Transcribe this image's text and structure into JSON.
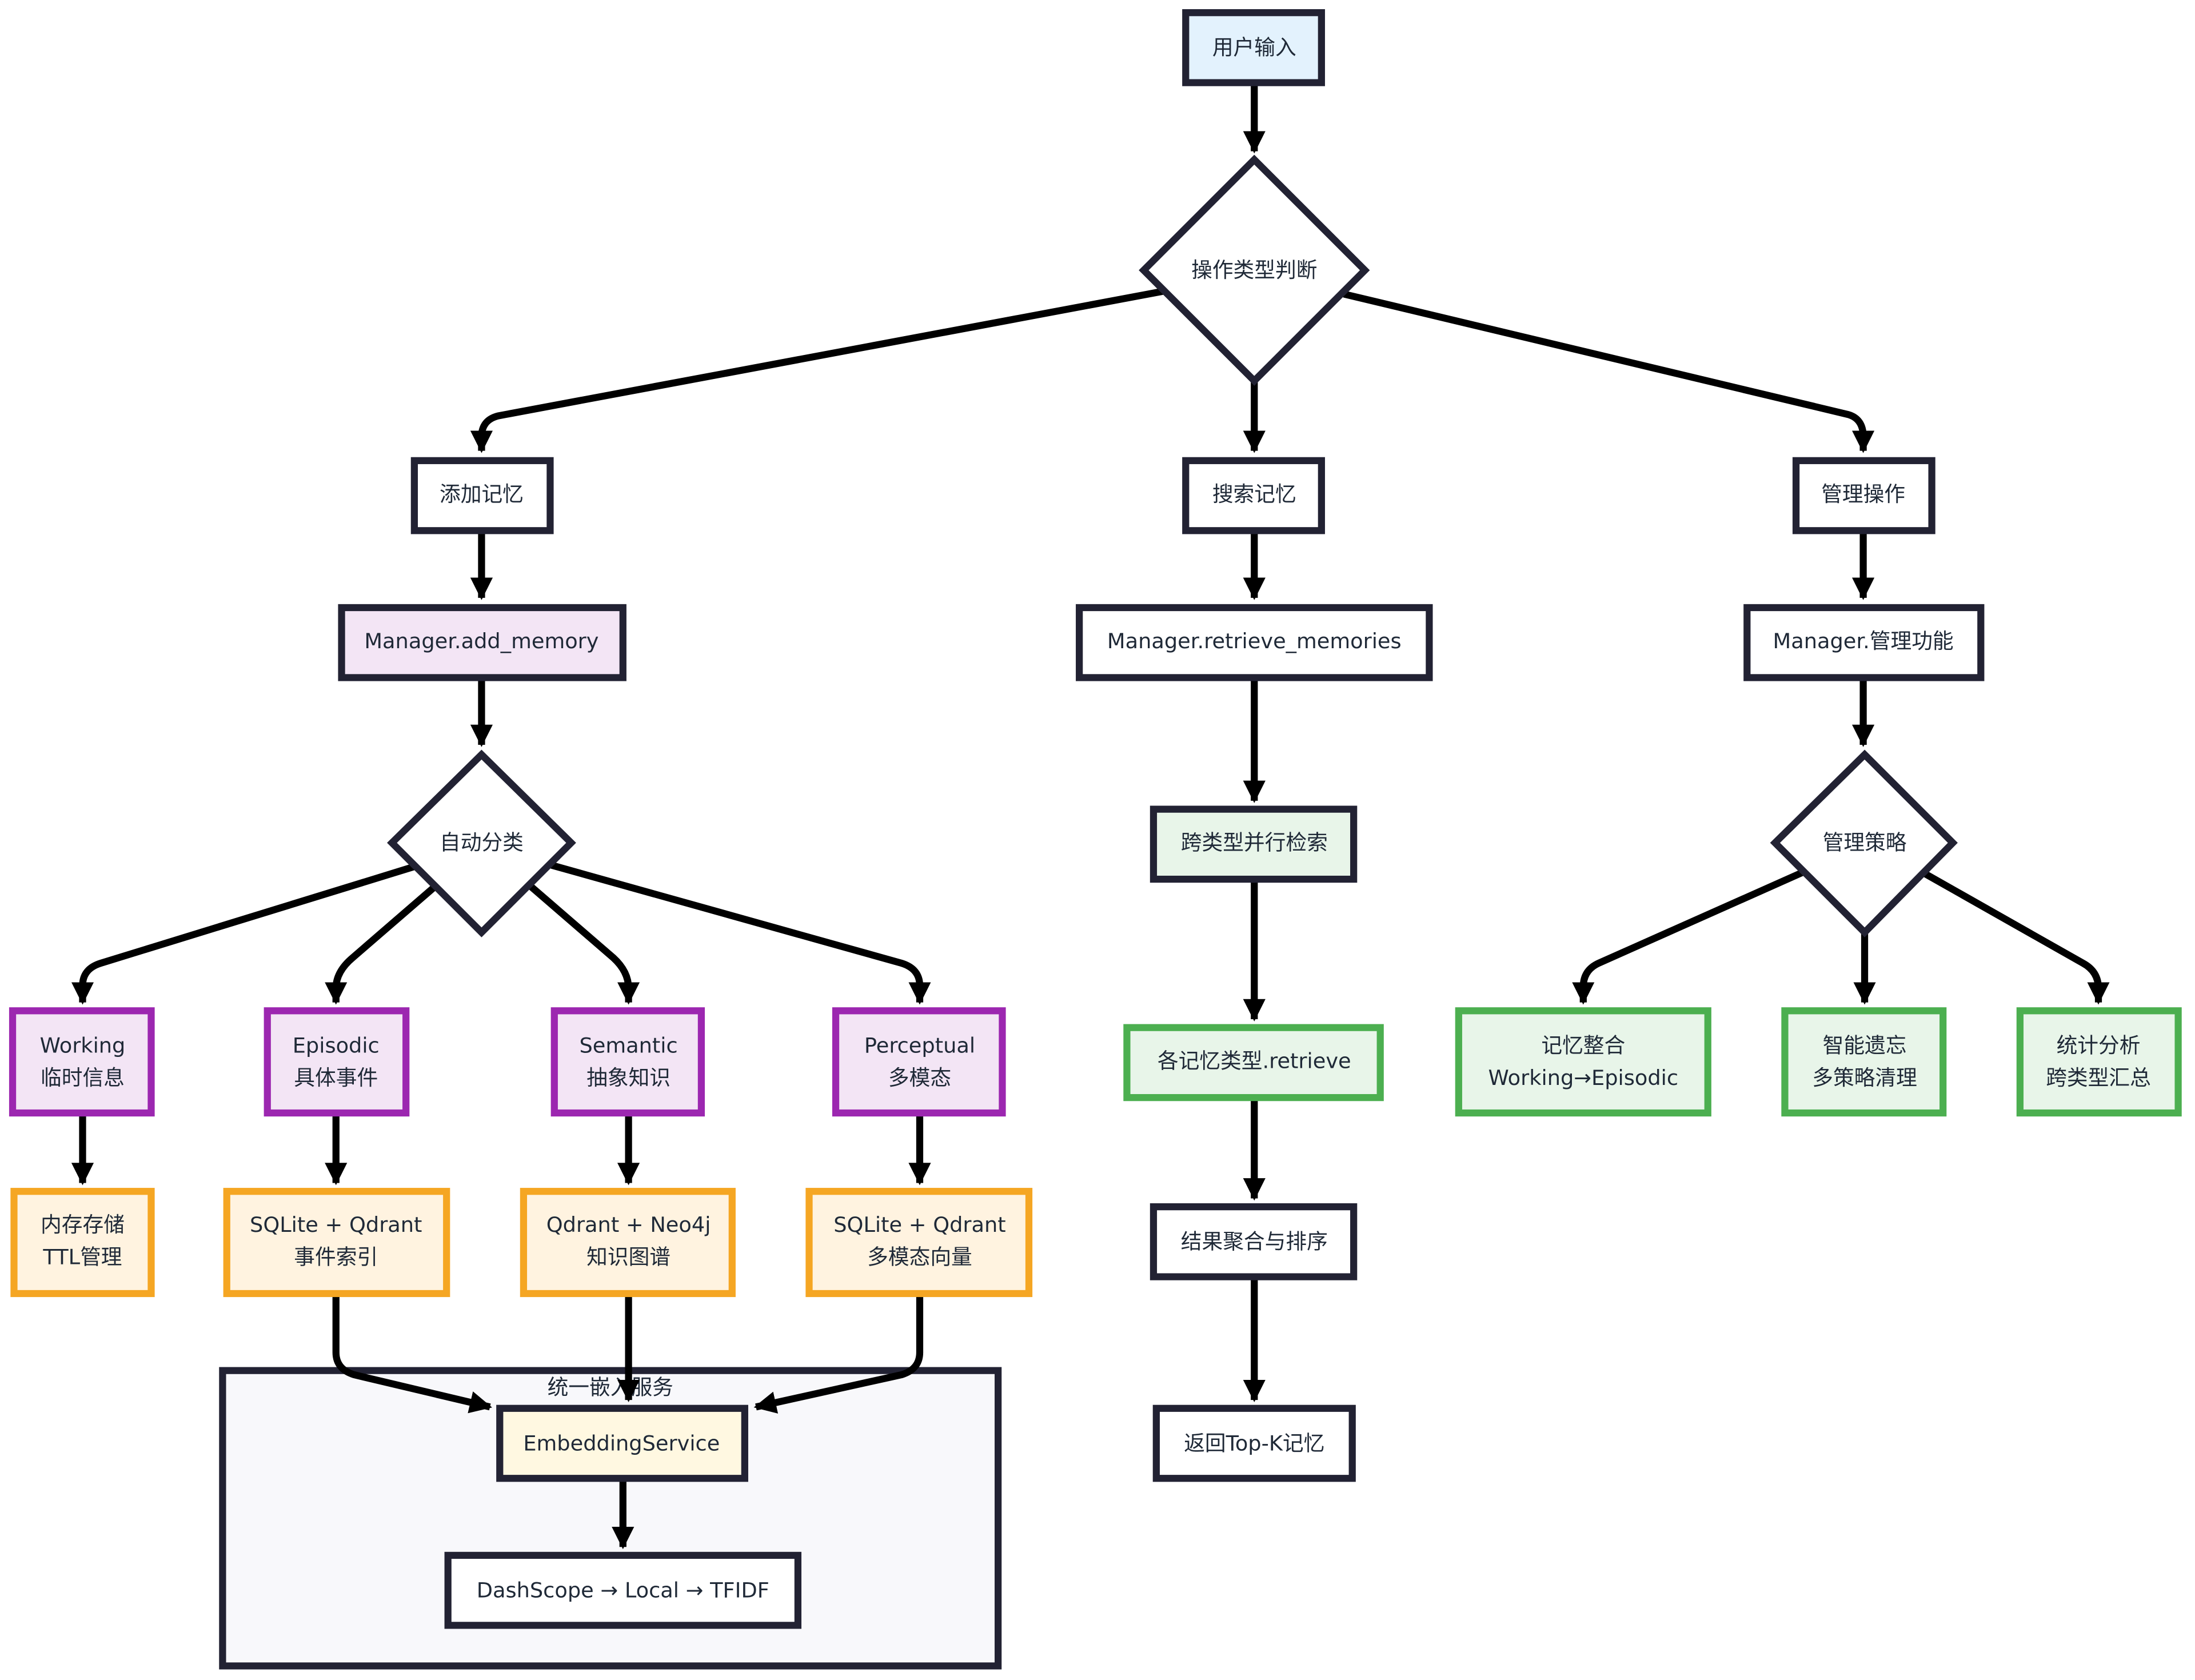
{
  "nodes": {
    "user_input": "用户输入",
    "op_type": "操作类型判断",
    "add_memory": "添加记忆",
    "search_memory": "搜索记忆",
    "manage_ops": "管理操作",
    "manager_add": "Manager.add_memory",
    "manager_retrieve": "Manager.retrieve_memories",
    "manager_manage": "Manager.管理功能",
    "auto_classify": "自动分类",
    "cross_search": "跨类型并行检索",
    "manage_strategy": "管理策略",
    "working": {
      "line1": "Working",
      "line2": "临时信息"
    },
    "episodic": {
      "line1": "Episodic",
      "line2": "具体事件"
    },
    "semantic": {
      "line1": "Semantic",
      "line2": "抽象知识"
    },
    "perceptual": {
      "line1": "Perceptual",
      "line2": "多模态"
    },
    "type_retrieve": "各记忆类型.retrieve",
    "consolidate": {
      "line1": "记忆整合",
      "line2": "Working→Episodic"
    },
    "forget": {
      "line1": "智能遗忘",
      "line2": "多策略清理"
    },
    "stats": {
      "line1": "统计分析",
      "line2": "跨类型汇总"
    },
    "mem_store": {
      "line1": "内存存储",
      "line2": "TTL管理"
    },
    "sqlite_qdrant_1": {
      "line1": "SQLite + Qdrant",
      "line2": "事件索引"
    },
    "qdrant_neo4j": {
      "line1": "Qdrant + Neo4j",
      "line2": "知识图谱"
    },
    "sqlite_qdrant_2": {
      "line1": "SQLite + Qdrant",
      "line2": "多模态向量"
    },
    "merge_rank": "结果聚合与排序",
    "return_topk": "返回Top-K记忆",
    "embedding_service": "EmbeddingService",
    "fallback_chain": "DashScope → Local → TFIDF"
  },
  "cluster": {
    "title": "统一嵌入服务"
  },
  "colors": {
    "input_fill": "#e3f2fd",
    "manager_fill": "#f3e5f5",
    "type_stroke": "#9c27b0",
    "store_fill": "#fff3e0",
    "store_stroke": "#f5a623",
    "green_fill": "#e8f5e9",
    "green_stroke": "#4caf50",
    "embed_fill": "#fff8e1",
    "node_stroke": "#222233"
  }
}
